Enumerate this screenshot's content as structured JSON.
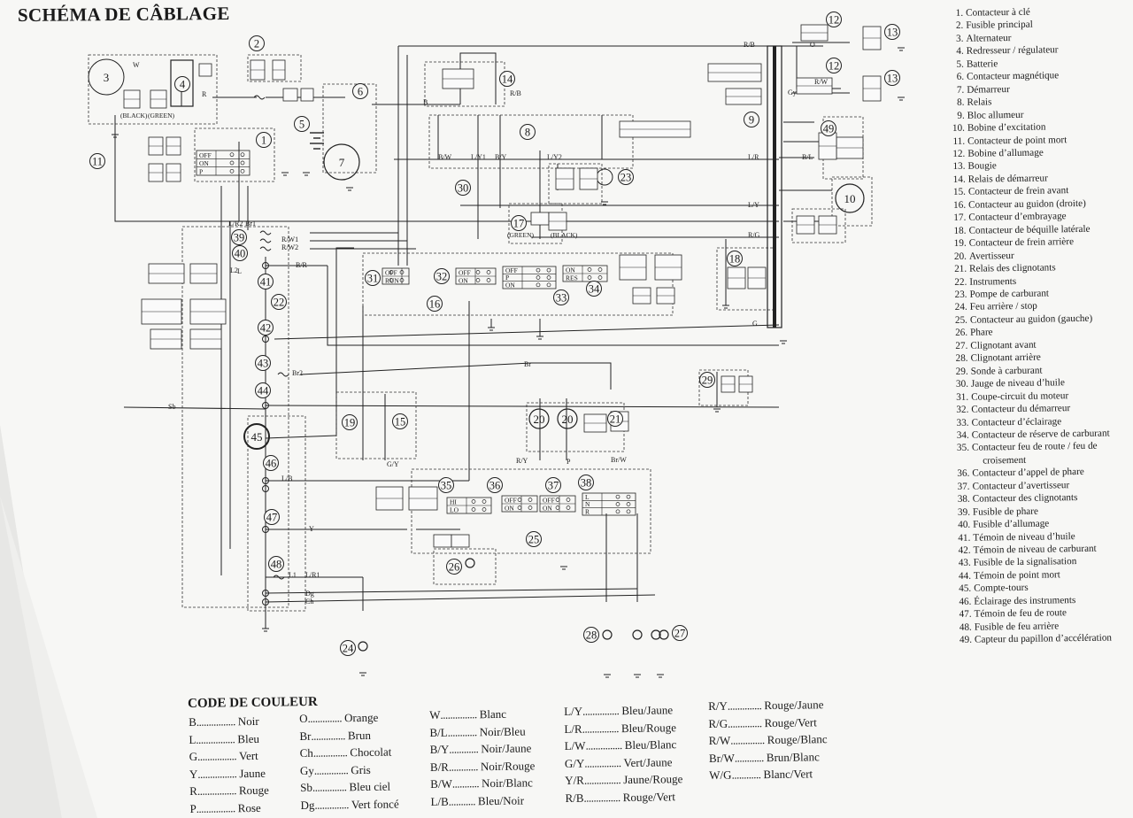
{
  "title": "SCHÉMA DE CÂBLAGE",
  "legend": [
    {
      "num": "1.",
      "label": "Contacteur à clé"
    },
    {
      "num": "2.",
      "label": "Fusible principal"
    },
    {
      "num": "3.",
      "label": "Alternateur"
    },
    {
      "num": "4.",
      "label": "Redresseur / régulateur"
    },
    {
      "num": "5.",
      "label": "Batterie"
    },
    {
      "num": "6.",
      "label": "Contacteur magnétique"
    },
    {
      "num": "7.",
      "label": "Démarreur"
    },
    {
      "num": "8.",
      "label": "Relais"
    },
    {
      "num": "9.",
      "label": "Bloc allumeur"
    },
    {
      "num": "10.",
      "label": "Bobine d’excitation"
    },
    {
      "num": "11.",
      "label": "Contacteur de point mort"
    },
    {
      "num": "12.",
      "label": "Bobine d’allumage"
    },
    {
      "num": "13.",
      "label": "Bougie"
    },
    {
      "num": "14.",
      "label": "Relais de démarreur"
    },
    {
      "num": "15.",
      "label": "Contacteur de frein avant"
    },
    {
      "num": "16.",
      "label": "Contacteur au guidon (droite)"
    },
    {
      "num": "17.",
      "label": "Contacteur d’embrayage"
    },
    {
      "num": "18.",
      "label": "Contacteur de béquille latérale"
    },
    {
      "num": "19.",
      "label": "Contacteur de frein arrière"
    },
    {
      "num": "20.",
      "label": "Avertisseur"
    },
    {
      "num": "21.",
      "label": "Relais des clignotants"
    },
    {
      "num": "22.",
      "label": "Instruments"
    },
    {
      "num": "23.",
      "label": "Pompe de carburant"
    },
    {
      "num": "24.",
      "label": "Feu arrière / stop"
    },
    {
      "num": "25.",
      "label": "Contacteur au guidon (gauche)"
    },
    {
      "num": "26.",
      "label": "Phare"
    },
    {
      "num": "27.",
      "label": "Clignotant avant"
    },
    {
      "num": "28.",
      "label": "Clignotant arrière"
    },
    {
      "num": "29.",
      "label": "Sonde à carburant"
    },
    {
      "num": "30.",
      "label": "Jauge de niveau d’huile"
    },
    {
      "num": "31.",
      "label": "Coupe-circuit du moteur"
    },
    {
      "num": "32.",
      "label": "Contacteur du démarreur"
    },
    {
      "num": "33.",
      "label": "Contacteur d’éclairage"
    },
    {
      "num": "34.",
      "label": "Contacteur de réserve de carburant"
    },
    {
      "num": "35.",
      "label": "Contacteur feu de route / feu de"
    },
    {
      "num": "",
      "label": "croisement"
    },
    {
      "num": "36.",
      "label": "Contacteur d’appel de phare"
    },
    {
      "num": "37.",
      "label": "Contacteur d’avertisseur"
    },
    {
      "num": "38.",
      "label": "Contacteur des clignotants"
    },
    {
      "num": "39.",
      "label": "Fusible de phare"
    },
    {
      "num": "40.",
      "label": "Fusible d’allumage"
    },
    {
      "num": "41.",
      "label": "Témoin de niveau d’huile"
    },
    {
      "num": "42.",
      "label": "Témoin de niveau de carburant"
    },
    {
      "num": "43.",
      "label": "Fusible de la signalisation"
    },
    {
      "num": "44.",
      "label": "Témoin de point mort"
    },
    {
      "num": "45.",
      "label": "Compte-tours"
    },
    {
      "num": "46.",
      "label": "Éclairage des instruments"
    },
    {
      "num": "47.",
      "label": "Témoin de feu de route"
    },
    {
      "num": "48.",
      "label": "Fusible de feu arrière"
    },
    {
      "num": "49.",
      "label": "Capteur du papillon d’accélération"
    }
  ],
  "color_code": {
    "title": "CODE DE COULEUR",
    "columns": [
      [
        {
          "code": "B",
          "dots": "................",
          "name": "Noir"
        },
        {
          "code": "L",
          "dots": "................",
          "name": "Bleu"
        },
        {
          "code": "G",
          "dots": "................",
          "name": "Vert"
        },
        {
          "code": "Y",
          "dots": "................",
          "name": "Jaune"
        },
        {
          "code": "R",
          "dots": "................",
          "name": "Rouge"
        },
        {
          "code": "P",
          "dots": "................",
          "name": "Rose"
        }
      ],
      [
        {
          "code": "O",
          "dots": "..............",
          "name": "Orange"
        },
        {
          "code": "Br",
          "dots": "..............",
          "name": "Brun"
        },
        {
          "code": "Ch",
          "dots": "..............",
          "name": "Chocolat"
        },
        {
          "code": "Gy",
          "dots": "..............",
          "name": "Gris"
        },
        {
          "code": "Sb",
          "dots": "..............",
          "name": "Bleu ciel"
        },
        {
          "code": "Dg",
          "dots": "..............",
          "name": "Vert foncé"
        }
      ],
      [
        {
          "code": "W",
          "dots": "...............",
          "name": "Blanc"
        },
        {
          "code": "B/L",
          "dots": "............",
          "name": "Noir/Bleu"
        },
        {
          "code": "B/Y",
          "dots": "............",
          "name": "Noir/Jaune"
        },
        {
          "code": "B/R",
          "dots": "............",
          "name": "Noir/Rouge"
        },
        {
          "code": "B/W",
          "dots": "...........",
          "name": "Noir/Blanc"
        },
        {
          "code": "L/B",
          "dots": "...........",
          "name": "Bleu/Noir"
        }
      ],
      [
        {
          "code": "L/Y",
          "dots": "...............",
          "name": "Bleu/Jaune"
        },
        {
          "code": "L/R",
          "dots": "...............",
          "name": "Bleu/Rouge"
        },
        {
          "code": "L/W",
          "dots": "...............",
          "name": "Bleu/Blanc"
        },
        {
          "code": "G/Y",
          "dots": "...............",
          "name": "Vert/Jaune"
        },
        {
          "code": "Y/R",
          "dots": "...............",
          "name": "Jaune/Rouge"
        },
        {
          "code": "R/B",
          "dots": "...............",
          "name": "Rouge/Vert"
        }
      ],
      [
        {
          "code": "R/Y",
          "dots": "..............",
          "name": "Rouge/Jaune"
        },
        {
          "code": "R/G",
          "dots": "..............",
          "name": "Rouge/Vert"
        },
        {
          "code": "R/W",
          "dots": "..............",
          "name": "Rouge/Blanc"
        },
        {
          "code": "Br/W",
          "dots": "............",
          "name": "Brun/Blanc"
        },
        {
          "code": "W/G",
          "dots": "............",
          "name": "Blanc/Vert"
        }
      ]
    ]
  },
  "diagram": {
    "component_numbers": [
      "1",
      "2",
      "3",
      "4",
      "5",
      "6",
      "7",
      "8",
      "9",
      "10",
      "11",
      "12",
      "12",
      "13",
      "13",
      "14",
      "15",
      "16",
      "17",
      "18",
      "19",
      "20",
      "20",
      "21",
      "22",
      "23",
      "24",
      "25",
      "26",
      "27",
      "28",
      "29",
      "30",
      "31",
      "32",
      "33",
      "34",
      "35",
      "36",
      "37",
      "38",
      "39",
      "40",
      "41",
      "42",
      "43",
      "44",
      "45",
      "46",
      "47",
      "48",
      "49"
    ],
    "wire_labels": [
      "R/B",
      "O",
      "R/W",
      "Gy",
      "L/R",
      "L/Y",
      "R/G",
      "G",
      "Br",
      "B",
      "Sb",
      "L/B",
      "Y",
      "L",
      "Ch",
      "Dg",
      "P",
      "Br/W",
      "R/Y",
      "R/W1",
      "R/W2",
      "B/R",
      "Br2",
      "L1",
      "L/R1",
      "L/R2",
      "Br1",
      "L2",
      "R",
      "W",
      "B/W",
      "B/L",
      "L/Y1",
      "L/Y2",
      "B/Y",
      "G/Y",
      "R/B"
    ],
    "switch_labels": [
      "OFF",
      "ON",
      "P",
      "RUN",
      "RES",
      "HI",
      "LO",
      "L",
      "N",
      "R"
    ],
    "connector_labels": [
      "(BLACK)",
      "(GREEN)",
      "(GREEN)",
      "(BLACK)"
    ]
  }
}
